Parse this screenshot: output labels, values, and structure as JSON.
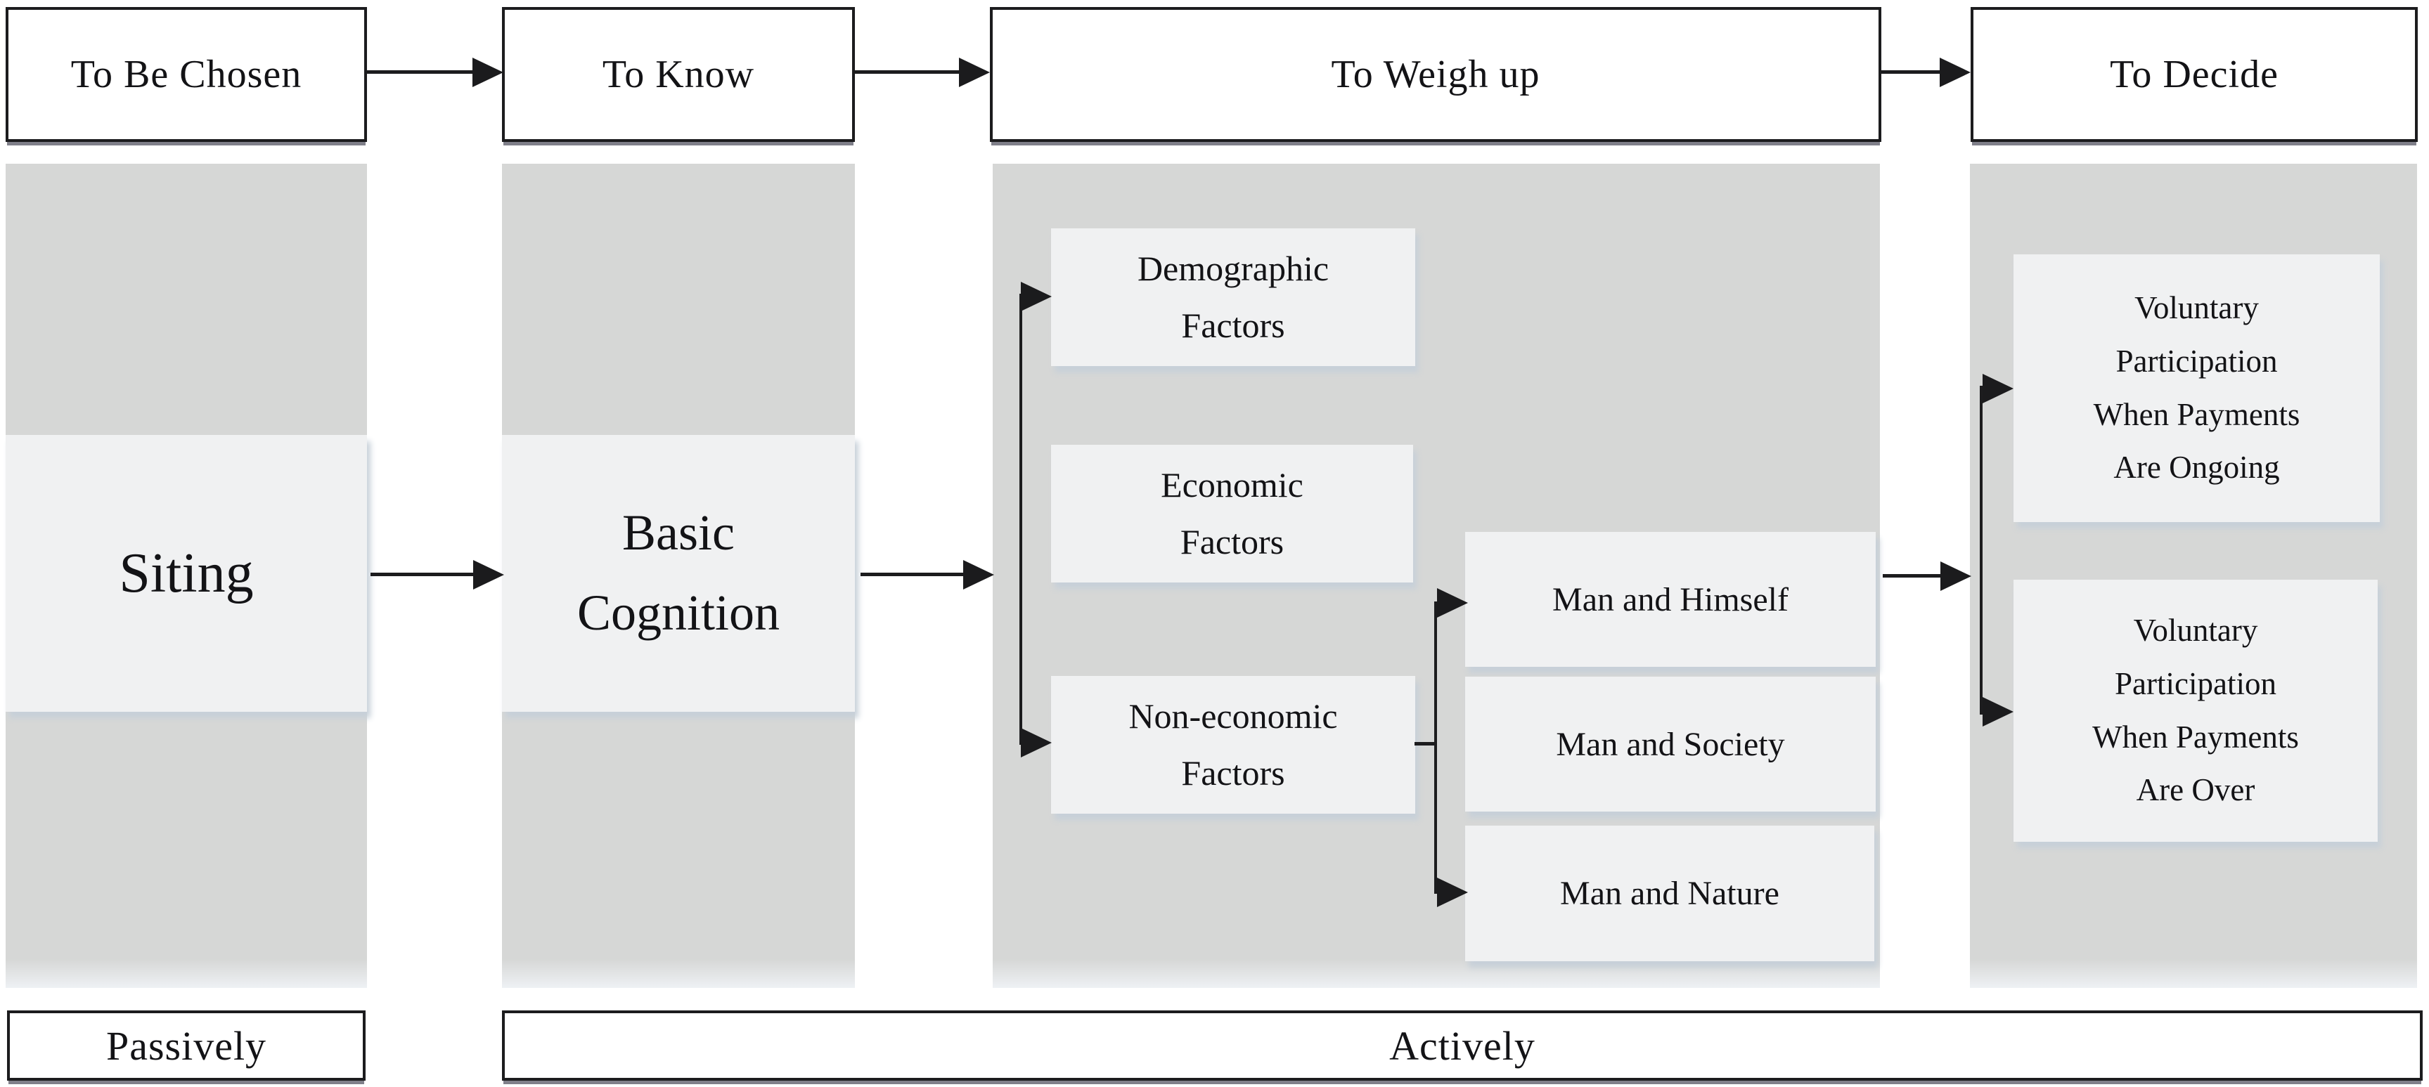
{
  "figure": {
    "type": "flow-diagram",
    "orientation": "left-to-right"
  },
  "stages": [
    {
      "label": "To Be Chosen"
    },
    {
      "label": "To Know"
    },
    {
      "label": "To Weigh up"
    },
    {
      "label": "To Decide"
    }
  ],
  "nodes": {
    "siting": {
      "label": "Siting"
    },
    "basic_cognition": {
      "lines": [
        "Basic",
        "Cognition"
      ]
    },
    "demographic_factors": {
      "lines": [
        "Demographic",
        "Factors"
      ]
    },
    "economic_factors": {
      "lines": [
        "Economic",
        "Factors"
      ]
    },
    "non_economic_factors": {
      "lines": [
        "Non-economic",
        "Factors"
      ]
    },
    "man_and_himself": {
      "label": "Man and Himself"
    },
    "man_and_society": {
      "label": "Man and Society"
    },
    "man_and_nature": {
      "label": "Man and Nature"
    },
    "vp_ongoing": {
      "lines": [
        "Voluntary",
        "Participation",
        "When Payments",
        "Are Ongoing"
      ]
    },
    "vp_over": {
      "lines": [
        "Voluntary",
        "Participation",
        "When Payments",
        "Are Over"
      ]
    }
  },
  "footer": {
    "passively": "Passively",
    "actively": "Actively"
  },
  "colors": {
    "background": "#ffffff",
    "panel_gray": "#d6d7d6",
    "node_fill": "#f0f1f2",
    "node_shadow": "#c7d0d9",
    "stage_fill": "#ffffff",
    "line_black": "#1c1c1e",
    "stage_bottom_shadow": "#80808a",
    "text": "#131316"
  }
}
